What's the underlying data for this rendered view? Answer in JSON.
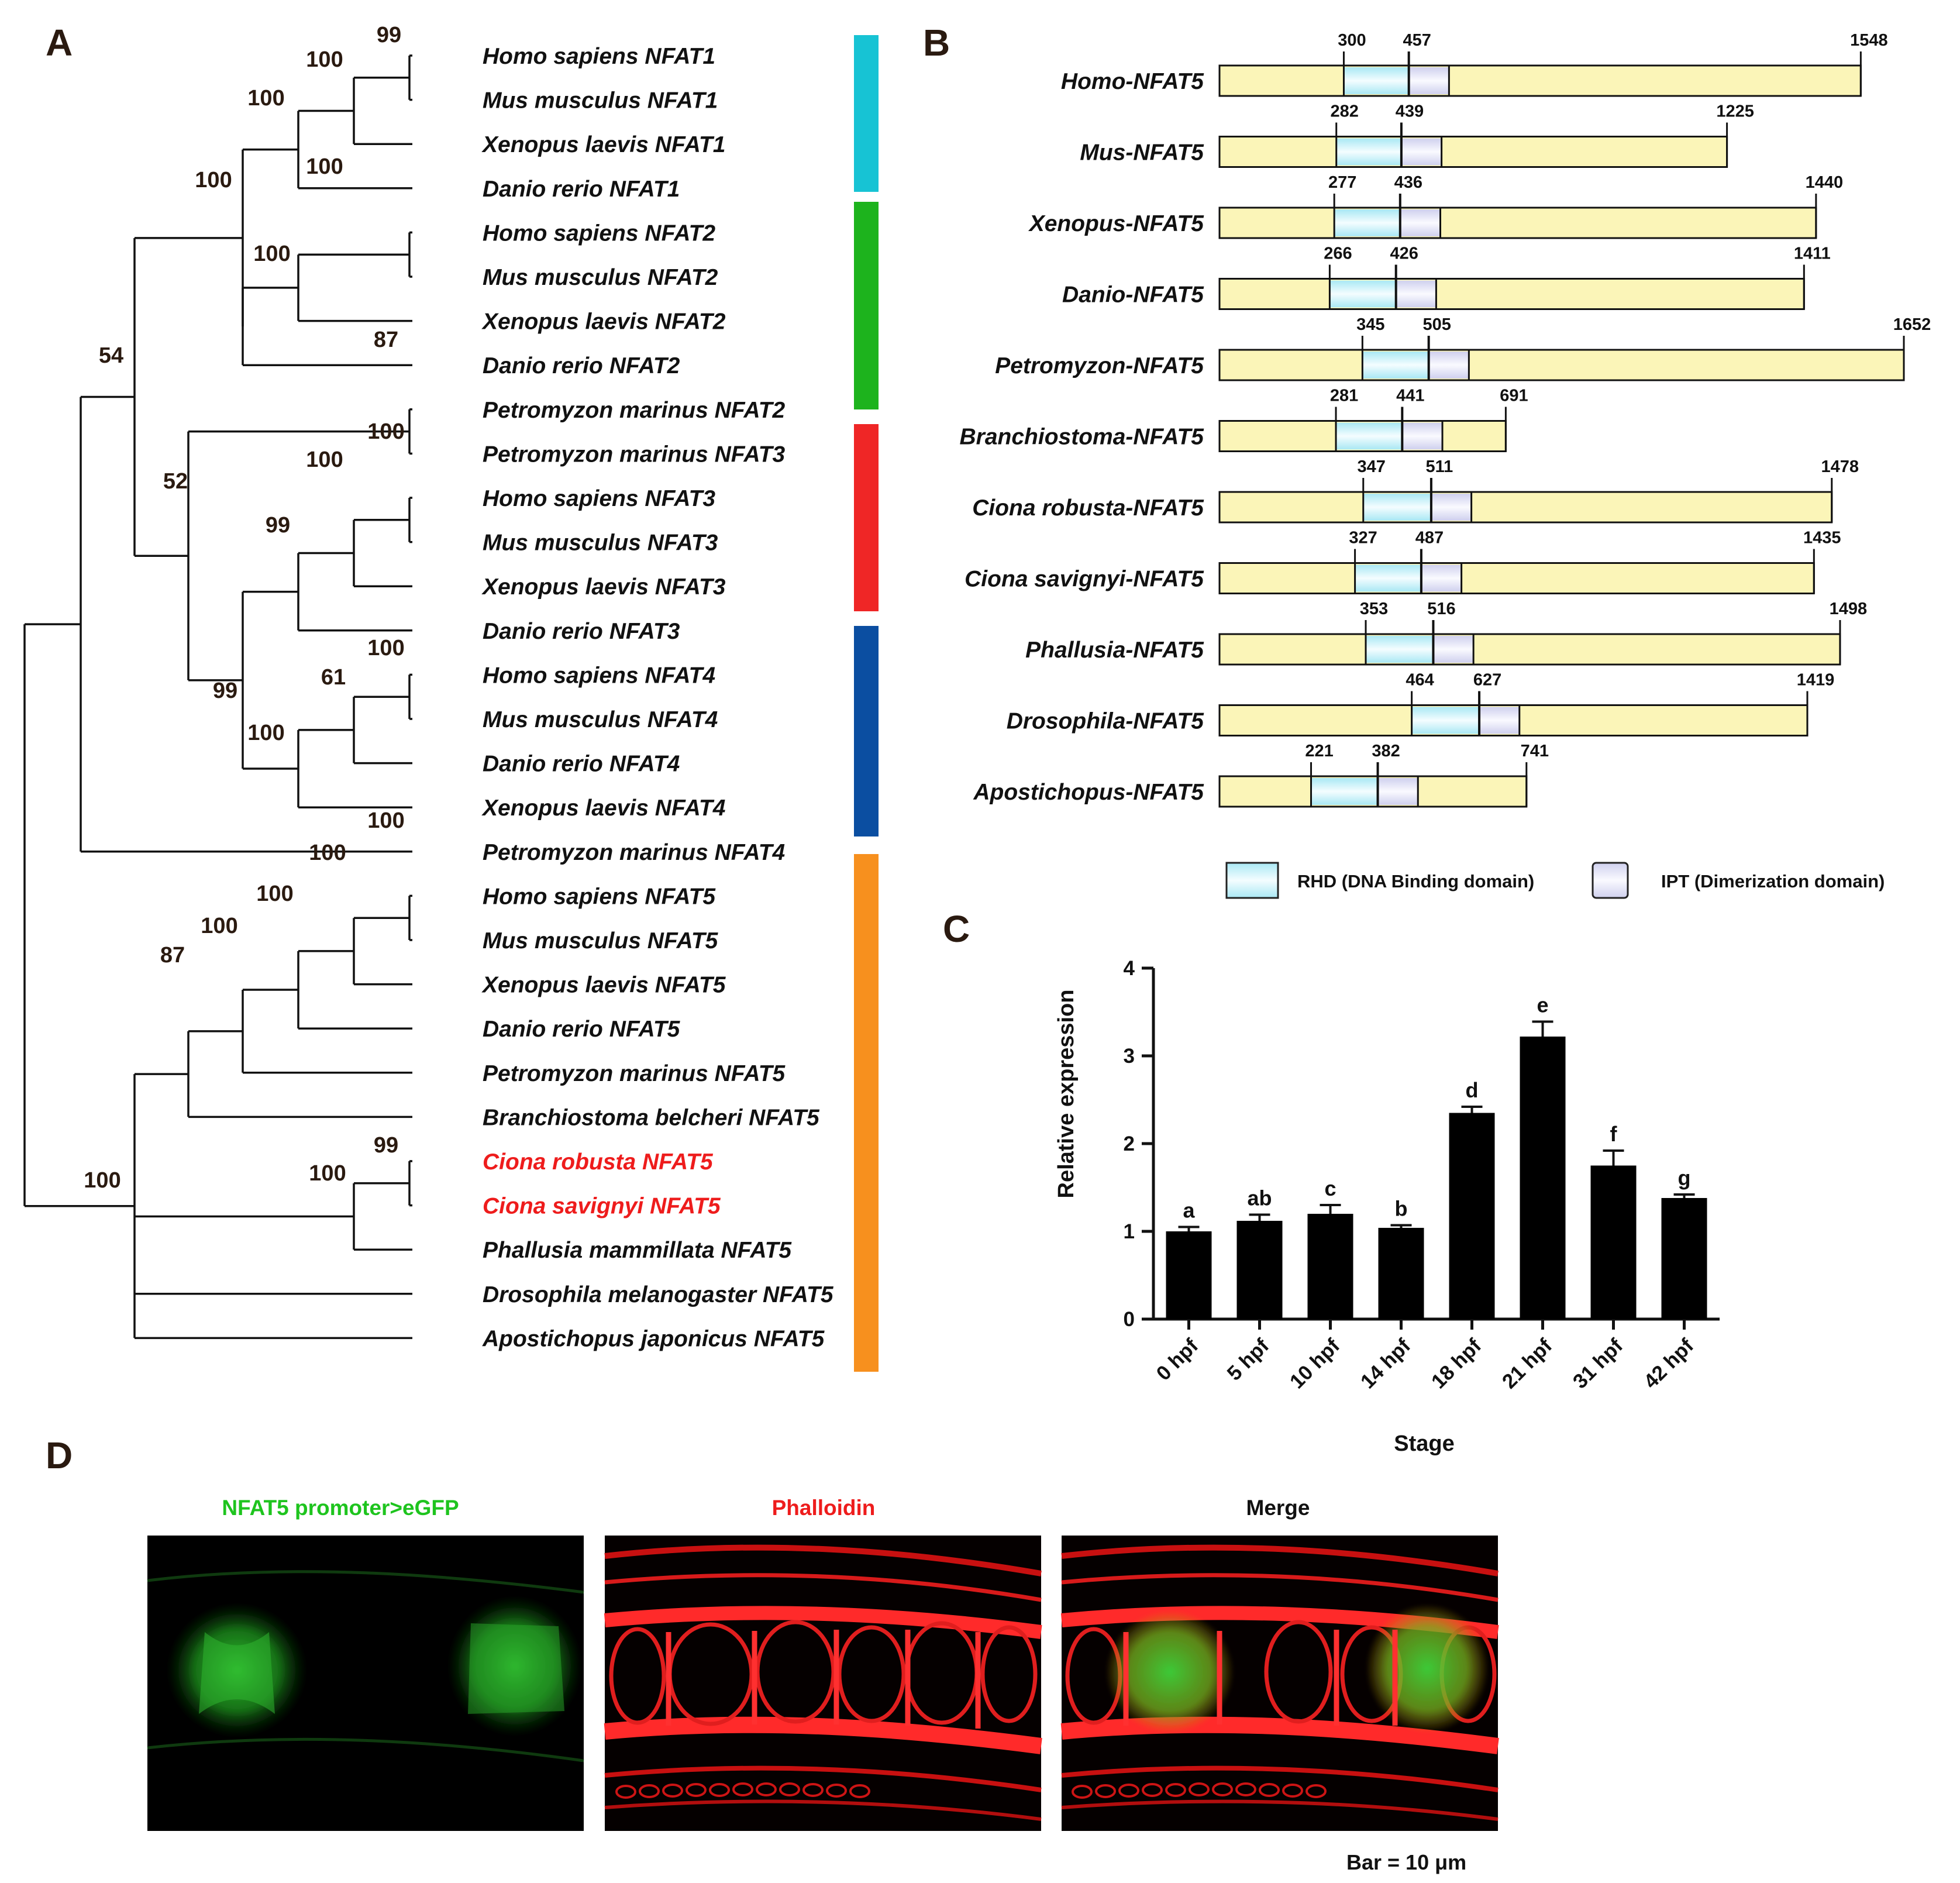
{
  "panels": {
    "A": "A",
    "B": "B",
    "C": "C",
    "D": "D"
  },
  "tree": {
    "taxa": [
      {
        "label": "Homo sapiens NFAT1",
        "color": "#111111"
      },
      {
        "label": "Mus musculus NFAT1",
        "color": "#111111"
      },
      {
        "label": "Xenopus laevis NFAT1",
        "color": "#111111"
      },
      {
        "label": "Danio rerio NFAT1",
        "color": "#111111"
      },
      {
        "label": "Homo sapiens NFAT2",
        "color": "#111111"
      },
      {
        "label": "Mus musculus NFAT2",
        "color": "#111111"
      },
      {
        "label": "Xenopus laevis NFAT2",
        "color": "#111111"
      },
      {
        "label": "Danio rerio NFAT2",
        "color": "#111111"
      },
      {
        "label": "Petromyzon marinus NFAT2",
        "color": "#111111"
      },
      {
        "label": "Petromyzon marinus NFAT3",
        "color": "#111111"
      },
      {
        "label": "Homo sapiens NFAT3",
        "color": "#111111"
      },
      {
        "label": "Mus musculus NFAT3",
        "color": "#111111"
      },
      {
        "label": "Xenopus laevis NFAT3",
        "color": "#111111"
      },
      {
        "label": "Danio rerio NFAT3",
        "color": "#111111"
      },
      {
        "label": "Homo sapiens NFAT4",
        "color": "#111111"
      },
      {
        "label": "Mus musculus NFAT4",
        "color": "#111111"
      },
      {
        "label": "Danio rerio NFAT4",
        "color": "#111111"
      },
      {
        "label": "Xenopus laevis NFAT4",
        "color": "#111111"
      },
      {
        "label": "Petromyzon marinus NFAT4",
        "color": "#111111"
      },
      {
        "label": "Homo sapiens NFAT5",
        "color": "#111111"
      },
      {
        "label": "Mus musculus NFAT5",
        "color": "#111111"
      },
      {
        "label": "Xenopus laevis NFAT5",
        "color": "#111111"
      },
      {
        "label": "Danio rerio NFAT5",
        "color": "#111111"
      },
      {
        "label": "Petromyzon marinus NFAT5",
        "color": "#111111"
      },
      {
        "label": "Branchiostoma belcheri NFAT5",
        "color": "#111111"
      },
      {
        "label": "Ciona robusta NFAT5",
        "color": "#ee1c1c"
      },
      {
        "label": "Ciona savignyi NFAT5",
        "color": "#ee1c1c"
      },
      {
        "label": "Phallusia mammillata NFAT5",
        "color": "#111111"
      },
      {
        "label": "Drosophila melanogaster NFAT5",
        "color": "#111111"
      },
      {
        "label": "Apostichopus japonicus NFAT5",
        "color": "#111111"
      }
    ],
    "bootstrap": [
      "99",
      "100",
      "100",
      "100",
      "100",
      "100",
      "54",
      "87",
      "100",
      "100",
      "52",
      "99",
      "100",
      "61",
      "99",
      "100",
      "100",
      "100",
      "100",
      "100",
      "87",
      "99",
      "100",
      "100"
    ],
    "group_bars": [
      {
        "color": "#17c3d4"
      },
      {
        "color": "#1db31d"
      },
      {
        "color": "#ef2626"
      },
      {
        "color": "#0b4ea1"
      },
      {
        "color": "#f7901e"
      }
    ]
  },
  "domains": {
    "proteins": [
      {
        "name": "Homo-NFAT5",
        "length": 1548,
        "rhd_start": 300,
        "rhd_end": 457
      },
      {
        "name": "Mus-NFAT5",
        "length": 1225,
        "rhd_start": 282,
        "rhd_end": 439
      },
      {
        "name": "Xenopus-NFAT5",
        "length": 1440,
        "rhd_start": 277,
        "rhd_end": 436
      },
      {
        "name": "Danio-NFAT5",
        "length": 1411,
        "rhd_start": 266,
        "rhd_end": 426
      },
      {
        "name": "Petromyzon-NFAT5",
        "length": 1652,
        "rhd_start": 345,
        "rhd_end": 505
      },
      {
        "name": "Branchiostoma-NFAT5",
        "length": 691,
        "rhd_start": 281,
        "rhd_end": 441
      },
      {
        "name": "Ciona robusta-NFAT5",
        "length": 1478,
        "rhd_start": 347,
        "rhd_end": 511
      },
      {
        "name": "Ciona savignyi-NFAT5",
        "length": 1435,
        "rhd_start": 327,
        "rhd_end": 487
      },
      {
        "name": "Phallusia-NFAT5",
        "length": 1498,
        "rhd_start": 353,
        "rhd_end": 516
      },
      {
        "name": "Drosophila-NFAT5",
        "length": 1419,
        "rhd_start": 464,
        "rhd_end": 627
      },
      {
        "name": "Apostichopus-NFAT5",
        "length": 741,
        "rhd_start": 221,
        "rhd_end": 382
      }
    ],
    "legend": {
      "rhd": "RHD (DNA Binding domain)",
      "ipt": "IPT (Dimerization domain)"
    },
    "colors": {
      "body": "#fbf5b8",
      "rhd": "#d2f4fb",
      "ipt": "#e4e4f6"
    }
  },
  "chart_data": {
    "type": "bar",
    "categories": [
      "0 hpf",
      "5 hpf",
      "10 hpf",
      "14 hpf",
      "18 hpf",
      "21 hpf",
      "31 hpf",
      "42 hpf"
    ],
    "values": [
      1.0,
      1.12,
      1.2,
      1.04,
      2.35,
      3.22,
      1.75,
      1.38
    ],
    "errors": [
      0.05,
      0.07,
      0.1,
      0.03,
      0.07,
      0.17,
      0.17,
      0.04
    ],
    "significance": [
      "a",
      "ab",
      "c",
      "b",
      "d",
      "e",
      "f",
      "g"
    ],
    "xlabel": "Stage",
    "ylabel": "Relative expression",
    "ylim": [
      0,
      4
    ],
    "yticks": [
      "0",
      "1",
      "2",
      "3",
      "4"
    ],
    "bar_color": "#000000",
    "grid": false
  },
  "imaging": {
    "titles": [
      {
        "text": "NFAT5 promoter>eGFP",
        "color": "#1ec41e"
      },
      {
        "text": "Phalloidin",
        "color": "#ee1c1c"
      },
      {
        "text": "Merge",
        "color": "#111111"
      }
    ],
    "scale_bar": "Bar = 10 μm"
  }
}
